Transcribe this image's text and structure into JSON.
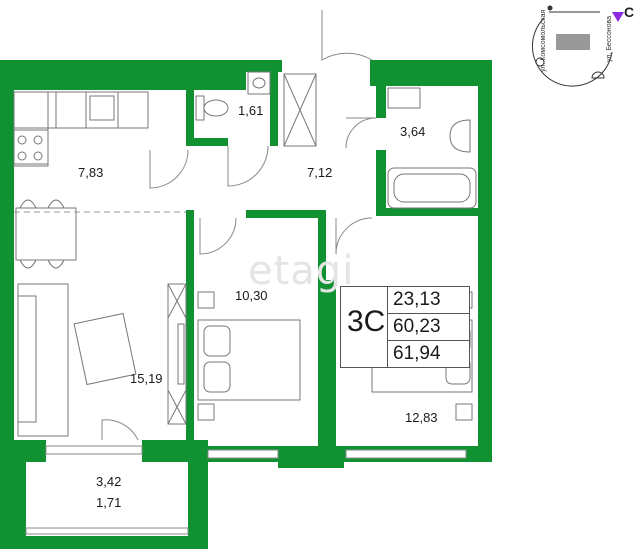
{
  "watermark": "etagi",
  "rooms": {
    "kitchen": "7,83",
    "wc": "1,61",
    "hall": "7,12",
    "bath": "3,64",
    "bedroom": "10,30",
    "living": "15,19",
    "room2": "12,83",
    "balcony_full": "3,42",
    "balcony_reduced": "1,71"
  },
  "info": {
    "code": "3С",
    "living_area": "23,13",
    "total_area": "60,23",
    "total_with_balcony": "61,94"
  },
  "orientation": {
    "street_1": "ул. Комсомольская",
    "street_2": "ул. Бессонова",
    "north_letter": "С"
  },
  "colors": {
    "wall": "#119232",
    "accent_triangle": "#8a2be2",
    "line": "#555555"
  },
  "icons": [
    "sun-icon",
    "sunset-icon",
    "compass-arrow-icon"
  ]
}
